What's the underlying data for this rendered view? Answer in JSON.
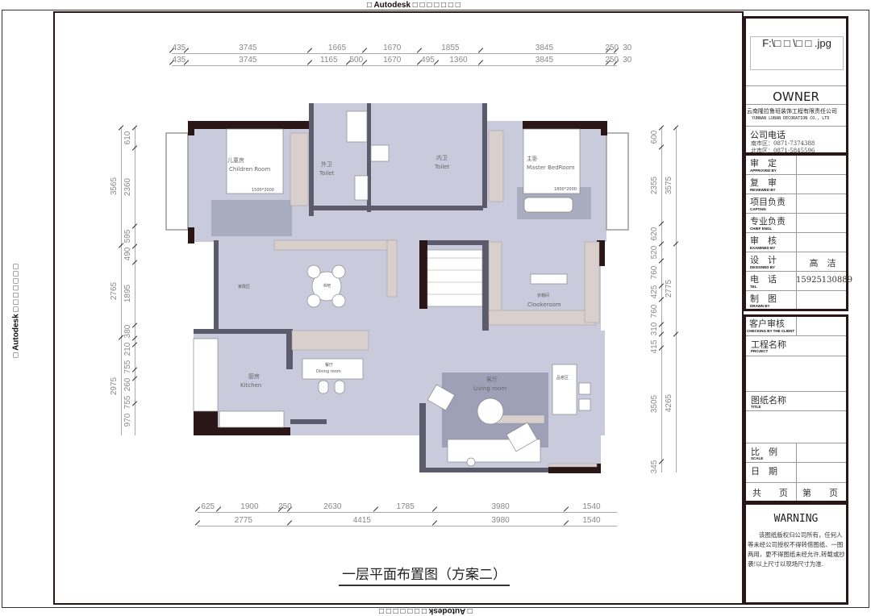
{
  "watermark": {
    "top": "□ Autodesk □ □ □ □ □ □ □",
    "side": "□ Autodesk □ □ □ □ □ □ □"
  },
  "title_block": {
    "image_ref": "F:\\□ □ \\□ □ .jpg",
    "owner": "OWNER",
    "company_cn": "云南隆拉鲁班装饰工程有限责任公司",
    "company_en": "YUNNAN LUBAN DECORATION CO., LTD",
    "phone_title": "公司电话",
    "phone_south": "南市区：0871-7374388",
    "phone_north": "北市区：0871-5845596",
    "rows": [
      {
        "cn": "审　定",
        "en": "APPROVED BY",
        "value": ""
      },
      {
        "cn": "复　审",
        "en": "REVIEWED BY",
        "value": ""
      },
      {
        "cn": "项目负责",
        "en": "CAPTAIN",
        "value": ""
      },
      {
        "cn": "专业负责",
        "en": "CHIEF ENGL",
        "value": ""
      },
      {
        "cn": "审　核",
        "en": "EXAMINED BY",
        "value": ""
      },
      {
        "cn": "设　计",
        "en": "DESIGNED BY",
        "value": "高　洁"
      },
      {
        "cn": "电　话",
        "en": "TEL",
        "value": "15925130889"
      },
      {
        "cn": "制　图",
        "en": "DRAWN BY",
        "value": ""
      }
    ],
    "client_check": {
      "cn": "客户审核",
      "en": "CHECKING BY THE CLIENT"
    },
    "project": {
      "cn": "工程名称",
      "en": "PROJECT"
    },
    "drawing_title": {
      "cn": "图纸名称",
      "en": "TITLE"
    },
    "scale": {
      "cn": "比　例",
      "en": "SCALE"
    },
    "date": {
      "cn": "日　期"
    },
    "total_pages": "共　　页",
    "page_no": "第　　页",
    "warning_title": "WARNING",
    "warning_text": "该图纸版权归公司所有，任何人等未经公司授权不得转借图纸、一图两用，更不得图纸未经允许,转载或抄袭!以上尺寸以现场尺寸为准."
  },
  "dimensions": {
    "top_outer": [
      "435",
      "3745",
      "1665",
      "1670",
      "1855",
      "3845",
      "250",
      "30"
    ],
    "top_inner": [
      "435",
      "3745",
      "1165",
      "500",
      "1670",
      "495",
      "1360",
      "3845",
      "250",
      "30"
    ],
    "bottom_inner": [
      "625",
      "1900",
      "250",
      "2630",
      "1785",
      "3980",
      "1540"
    ],
    "bottom_outer": [
      "2775",
      "4415",
      "3980",
      "1540"
    ],
    "left_outer": [
      "3565",
      "2765",
      "2975"
    ],
    "left_inner": [
      "610",
      "2360",
      "595",
      "490",
      "1895",
      "380",
      "210",
      "755",
      "260",
      "755",
      "970"
    ],
    "right_inner": [
      "600",
      "2355",
      "620",
      "520",
      "760",
      "425",
      "760",
      "310",
      "415",
      "3505",
      "345"
    ],
    "right_outer": [
      "3575",
      "2775",
      "4265"
    ]
  },
  "rooms": {
    "children": {
      "cn": "儿童房",
      "en": "Children Room",
      "bed": "1500*2000"
    },
    "toilet_out": {
      "cn": "外卫",
      "en": "Toilet"
    },
    "toilet_in": {
      "cn": "内卫",
      "en": "Toilet"
    },
    "master": {
      "cn": "主卧",
      "en": "Master BedRoom",
      "bed": "1800*2000"
    },
    "family": {
      "cn": "家政区"
    },
    "bookbar": {
      "cn": "书吧"
    },
    "kitchen": {
      "cn": "厨房",
      "en": "Kitchen"
    },
    "dining": {
      "cn": "餐厅",
      "en": "Dining room"
    },
    "cloak": {
      "cn": "衣帽间",
      "en": "Clookeroom"
    },
    "living": {
      "cn": "客厅",
      "en": "Living room"
    },
    "tea": {
      "cn": "品茗区"
    }
  },
  "drawing_title": "一层平面布置图（方案二）",
  "colors": {
    "floor": "#c9cbdc",
    "wall": "#5b5b6b",
    "outer_wall": "#2a1616",
    "furniture": "#ffffff",
    "cabinet": "#d9cfcc"
  }
}
